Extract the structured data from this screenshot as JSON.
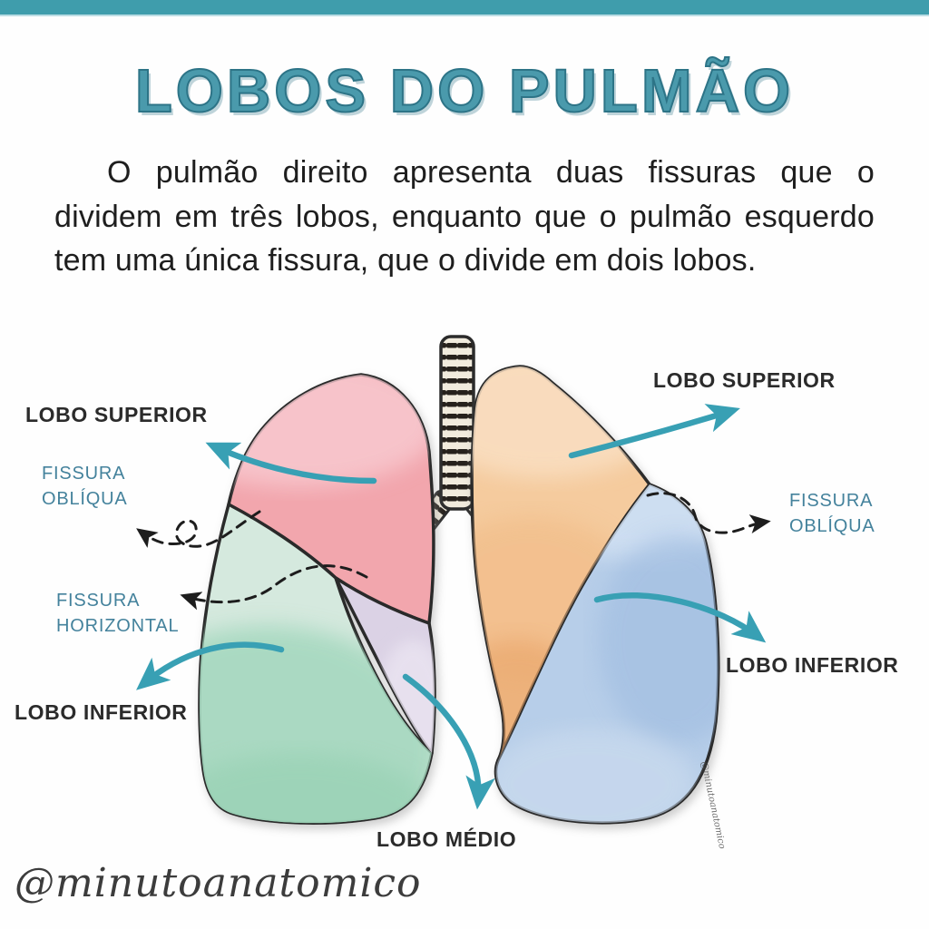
{
  "title": "LOBOS DO PULMÃO",
  "intro": "O pulmão direito apresenta duas fissuras que o dividem em três lobos, enquanto que o pulmão esquerdo tem uma única fissura, que o divide em dois lobos.",
  "diagram": {
    "right_lung": {
      "lobo_superior": "LOBO SUPERIOR",
      "fissura_obliqua": {
        "line1": "FISSURA",
        "line2": "OBLÍQUA"
      },
      "fissura_horizontal": {
        "line1": "FISSURA",
        "line2": "HORIZONTAL"
      },
      "lobo_inferior": "LOBO INFERIOR",
      "lobo_medio": "LOBO MÉDIO"
    },
    "left_lung": {
      "lobo_superior": "LOBO SUPERIOR",
      "fissura_obliqua": {
        "line1": "FISSURA",
        "line2": "OBLÍQUA"
      },
      "lobo_inferior": "LOBO INFERIOR"
    },
    "watermark": "@minutoanatomico"
  },
  "footer": {
    "handle": "@minutoanatomico"
  },
  "colors": {
    "banner": "#3f9dac",
    "title": "#4a9aac",
    "title_shadow": "#2d7487",
    "text": "#1e1e1e",
    "label_dark": "#2b2b2b",
    "label_teal": "#44829c",
    "arrow_teal": "#38a0b4",
    "dashed_arrow": "#1d1d1d",
    "outline": "#2b2b2b",
    "trachea_fill": "#f1ebdd",
    "trachea_ring": "#26211c",
    "lobes": {
      "right_superior_pink": "#f2a6ad",
      "right_middle_lavender": "#dbd2e5",
      "right_inferior_green": "#d5e9de",
      "left_superior_peach": "#f5cb9e",
      "left_inferior_blue": "#b7cee9"
    }
  }
}
